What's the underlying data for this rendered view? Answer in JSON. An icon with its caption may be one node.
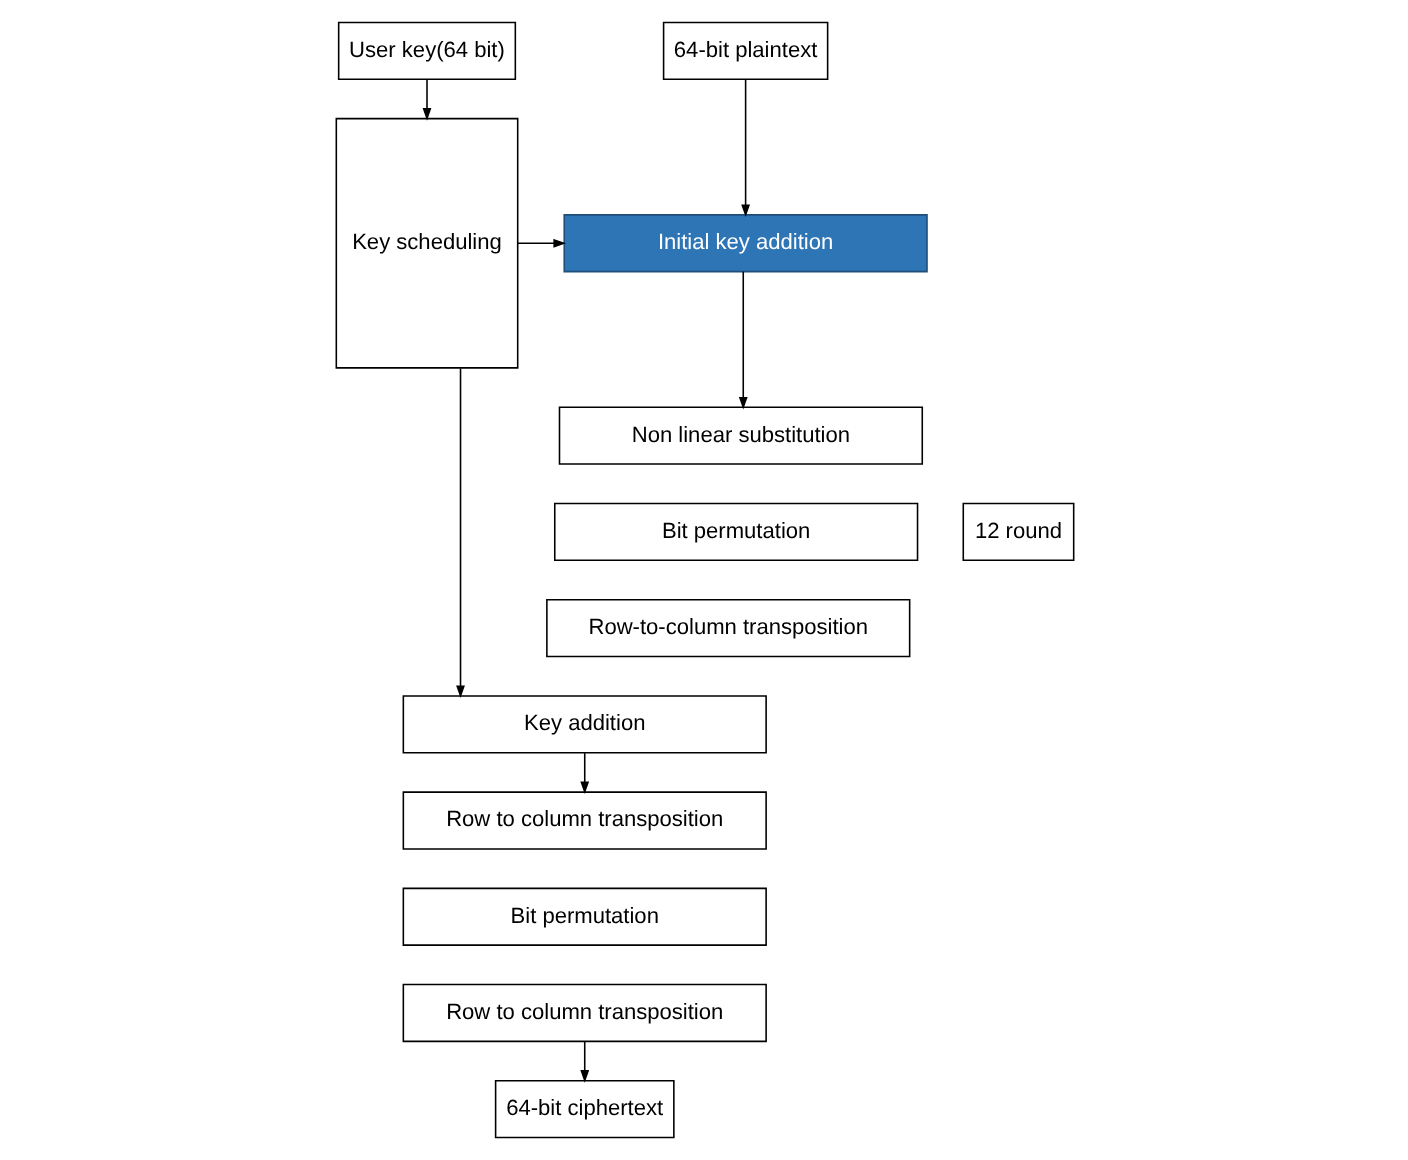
{
  "diagram": {
    "nodes": [
      {
        "text": [
          "User key(64 bit)"
        ]
      },
      {
        "text": [
          "Key scheduling"
        ]
      },
      {
        "text": [
          "64-bit plaintext"
        ]
      },
      {
        "text": [
          "Initial key addition"
        ]
      },
      {
        "text": [
          "Non linear substitution"
        ]
      },
      {
        "text": [
          "Bit permutation"
        ]
      },
      {
        "text": [
          "Row-to-column transposition"
        ]
      },
      {
        "text": [
          "Key addition"
        ]
      },
      {
        "text": [
          "Row to column transposition"
        ]
      },
      {
        "text": [
          "Bit permutation"
        ]
      },
      {
        "text": [
          "Row to column transposition"
        ]
      },
      {
        "text": [
          "64-bit ciphertext"
        ]
      },
      {
        "text": [
          "12 round"
        ]
      }
    ],
    "edges": [
      {
        "from": 0,
        "to": 1,
        "arrow": "to"
      },
      {
        "from": 2,
        "to": 3,
        "arrow": "to"
      },
      {
        "from": 1,
        "to": 3,
        "arrow": "to"
      },
      {
        "from": 1,
        "to": 7,
        "arrow": "to"
      },
      {
        "from": 3,
        "to": 4,
        "arrow": "to"
      },
      {
        "from": 7,
        "to": 8,
        "arrow": "to"
      },
      {
        "from": 10,
        "to": 11,
        "arrow": "to"
      }
    ]
  }
}
